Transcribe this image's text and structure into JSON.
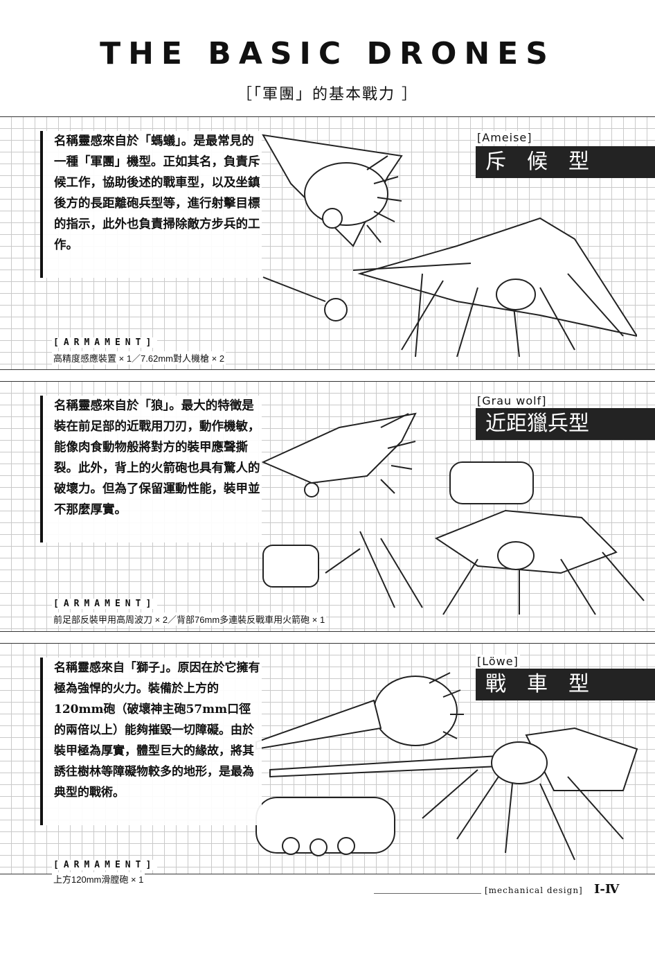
{
  "header": {
    "title": "THE BASIC DRONES",
    "subtitle": "［「軍團」的基本戰力 ］"
  },
  "sections": [
    {
      "codename": "[Ameise]",
      "type_name": "斥　候　型",
      "description": "名稱靈感來自於「螞蟻」。是最常見的一種「軍團」機型。正如其名，負責斥候工作，協助後述的戰車型，以及坐鎮後方的長距離砲兵型等，進行射擊目標的指示，此外也負責掃除敵方步兵的工作。",
      "armament_label": "[ARMAMENT]",
      "armament": "高精度感應裝置 × 1／7.62mm對人機槍 × 2"
    },
    {
      "codename": "[Grau wolf]",
      "type_name": "近距獵兵型",
      "description": "名稱靈感來自於「狼」。最大的特徵是裝在前足部的近戰用刀刃，動作機敏，能像肉食動物般將對方的裝甲應聲撕裂。此外，背上的火箭砲也具有驚人的破壞力。但為了保留運動性能，裝甲並不那麼厚實。",
      "armament_label": "[ARMAMENT]",
      "armament": "前足部反裝甲用高周波刀 × 2／背部76mm多連裝反戰車用火箭砲 × 1"
    },
    {
      "codename": "[Löwe]",
      "type_name": "戰　車　型",
      "description": "名稱靈感來自「獅子」。原因在於它擁有極為強悍的火力。裝備於上方的120mm砲（破壞神主砲57mm口徑的兩倍以上）能夠摧毀一切障礙。由於裝甲極為厚實，體型巨大的緣故，將其誘往樹林等障礙物較多的地形，是最為典型的戰術。",
      "armament_label": "[ARMAMENT]",
      "armament": "上方120mm滑膛砲 × 1"
    }
  ],
  "footer": {
    "label": "[mechanical design]",
    "page": "I-Ⅳ"
  }
}
